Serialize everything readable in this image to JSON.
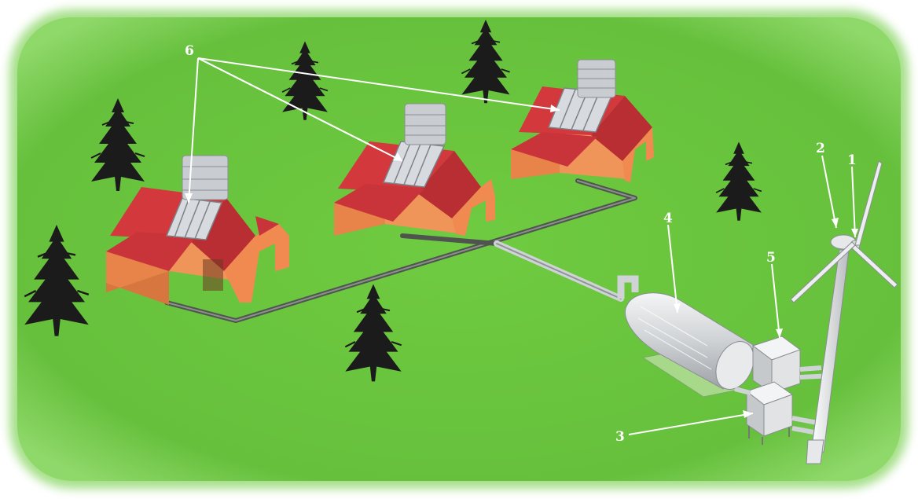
{
  "labels": {
    "wind_turbine_rotor": "1",
    "generator_nacelle": "2",
    "unit_3": "3",
    "storage_tank": "4",
    "unit_5": "5",
    "solar_collectors": "6"
  },
  "colors": {
    "grass": "#6cc740",
    "roof": "#d2383c",
    "wall": "#f0955a",
    "panel": "#c8ccd2",
    "pipe": "#555a55",
    "tree": "#1b1b1b",
    "metal": "#e6e8ea",
    "callout": "#ffffff"
  }
}
